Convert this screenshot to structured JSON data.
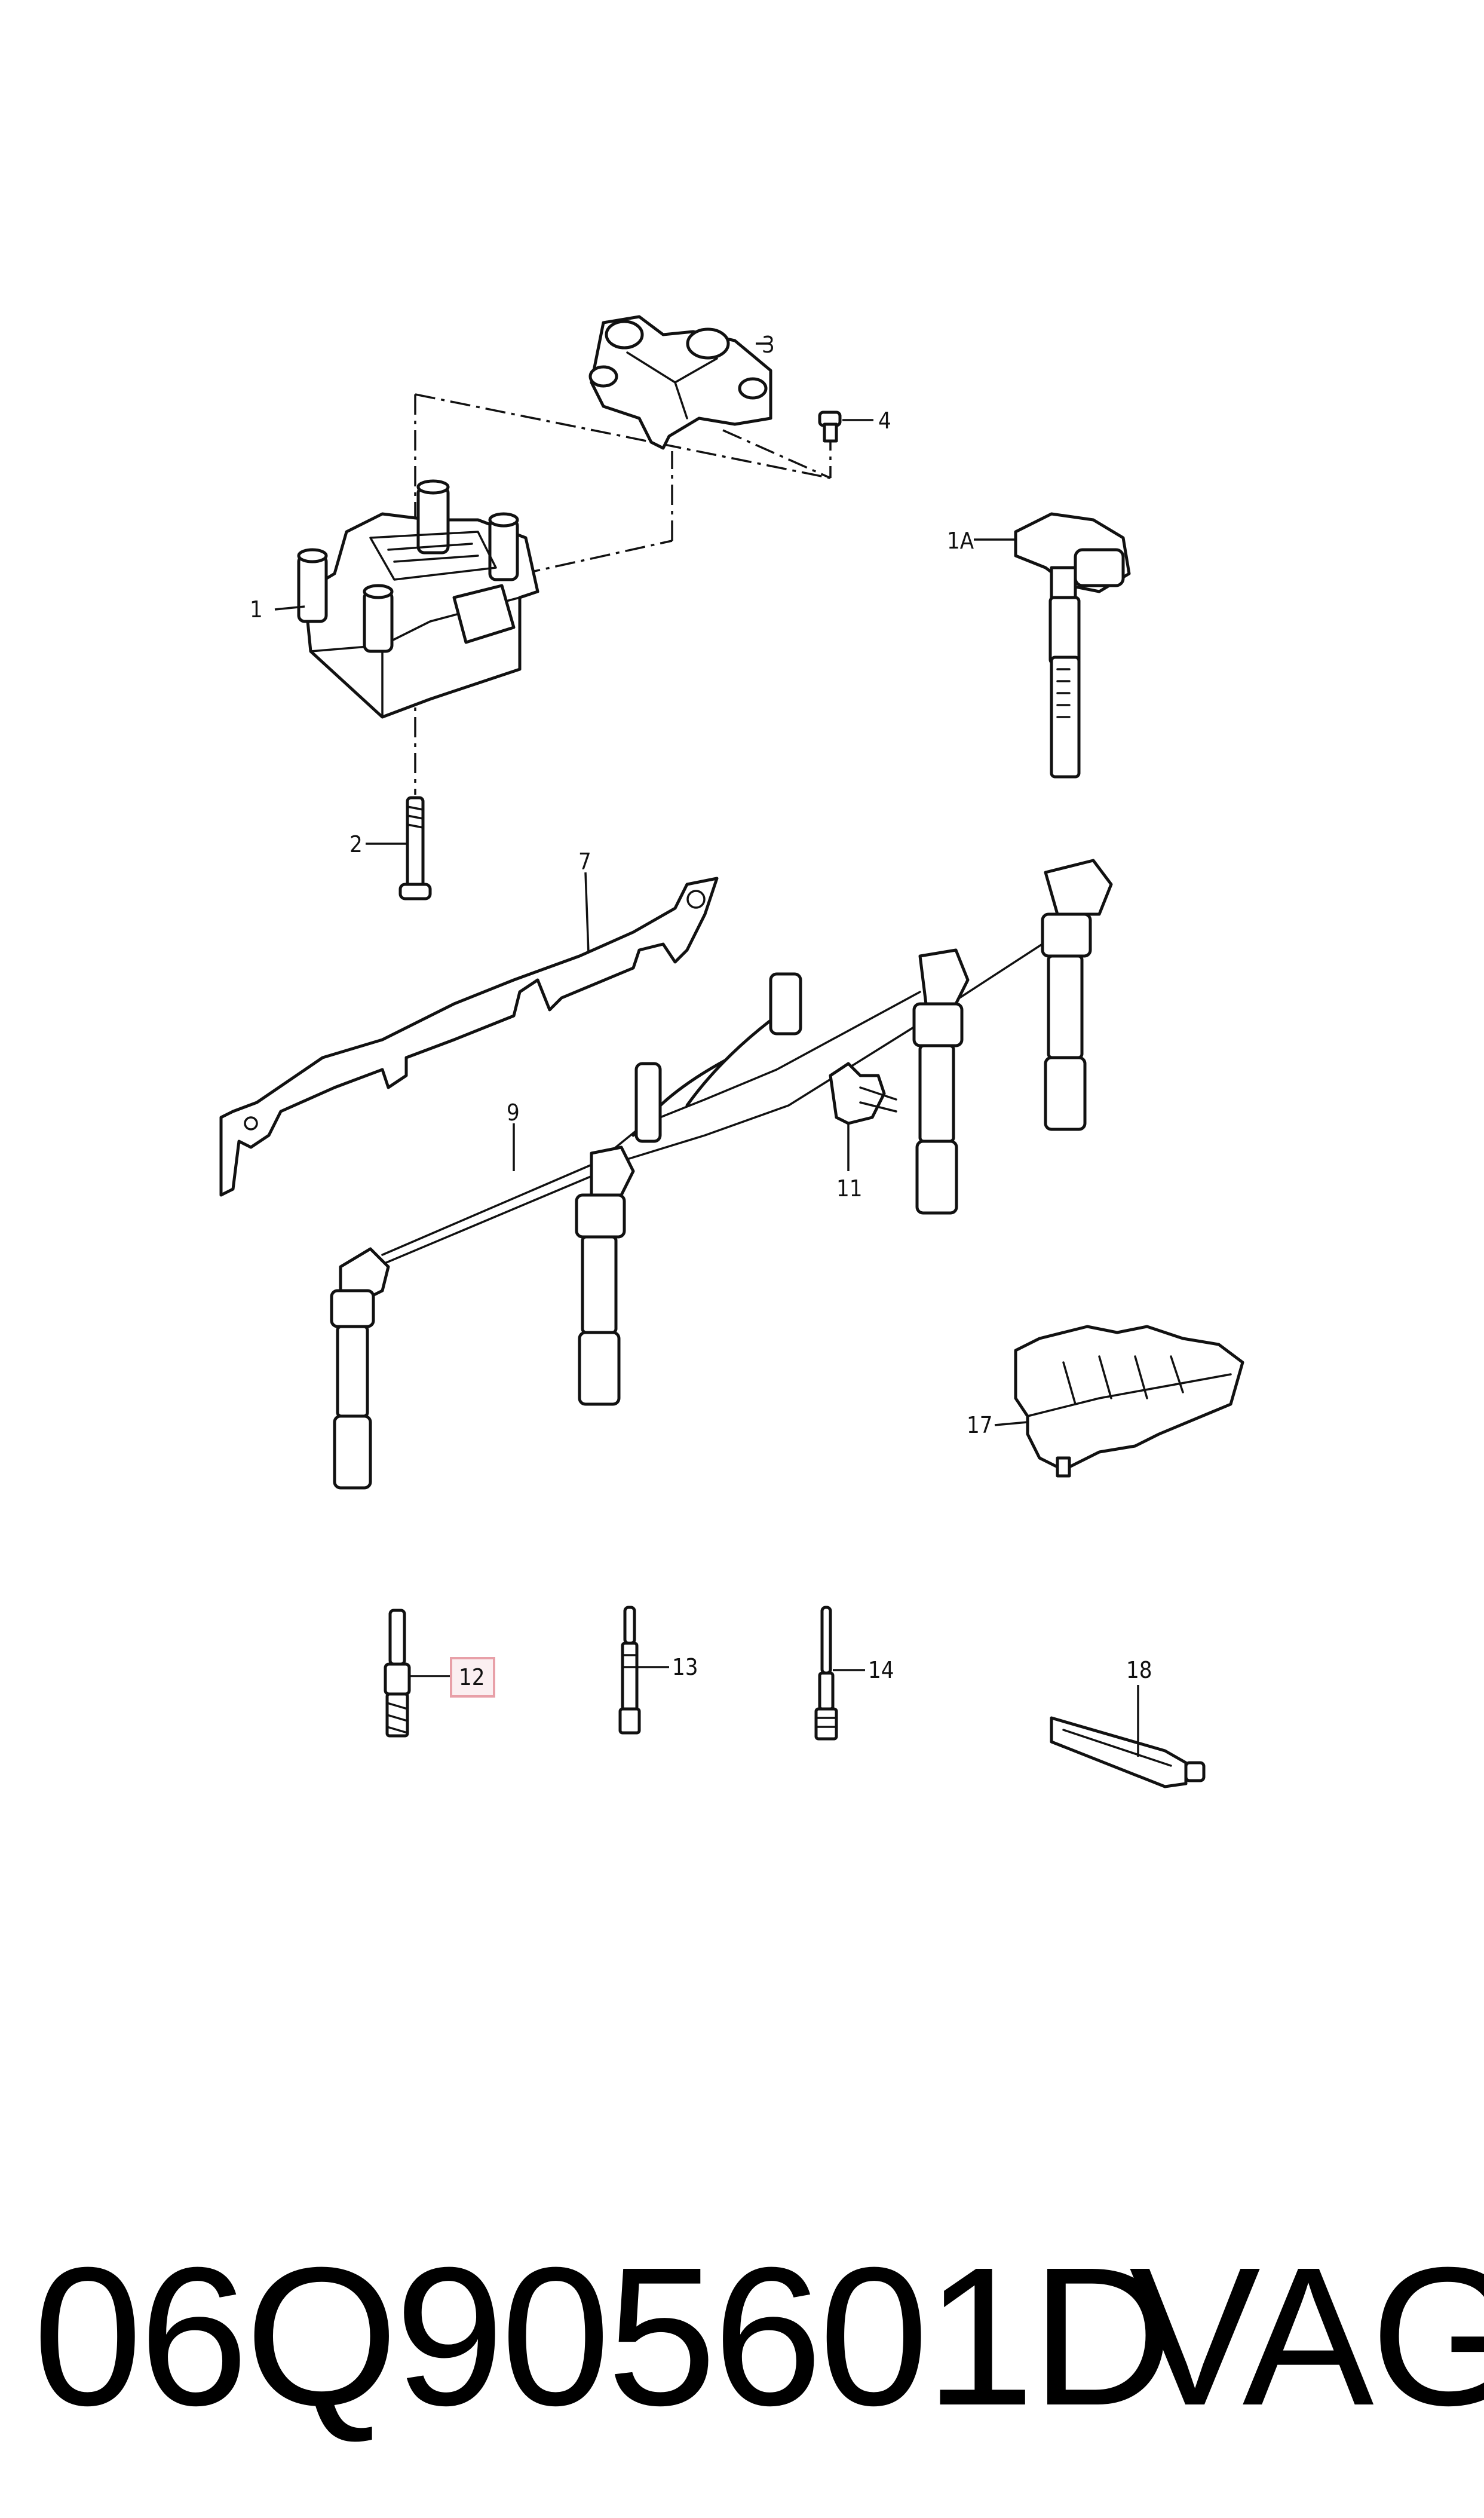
{
  "diagram": {
    "callouts": [
      {
        "id": "1",
        "label": "1"
      },
      {
        "id": "1A",
        "label": "1A"
      },
      {
        "id": "2",
        "label": "2"
      },
      {
        "id": "3",
        "label": "3"
      },
      {
        "id": "4",
        "label": "4"
      },
      {
        "id": "7",
        "label": "7"
      },
      {
        "id": "9",
        "label": "9"
      },
      {
        "id": "11",
        "label": "11"
      },
      {
        "id": "12",
        "label": "12",
        "highlighted": true
      },
      {
        "id": "13",
        "label": "13"
      },
      {
        "id": "14",
        "label": "14"
      },
      {
        "id": "17",
        "label": "17"
      },
      {
        "id": "18",
        "label": "18"
      }
    ],
    "highlight_color": "#e8a0a8",
    "highlight_fill": "#fbeff1"
  },
  "footer": {
    "part_number": "06Q905601D",
    "brand": "VAG"
  }
}
